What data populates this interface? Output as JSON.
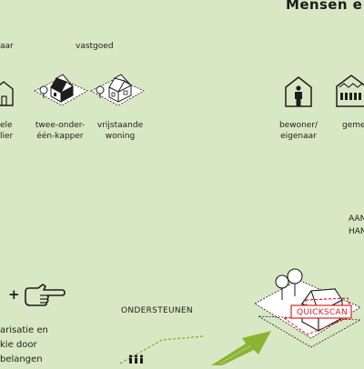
{
  "title": "Mensen e",
  "categories": {
    "left": "aar",
    "vastgoed": "vastgoed"
  },
  "housing": {
    "left_label": "ele\nlier",
    "twee_onder_een_kapper": "twee-onder-\néén-kapper",
    "vrijstaande_woning": "vrijstaande\nwoning"
  },
  "people": {
    "bewoner_eigenaar": "bewoner/\neigenaar",
    "gemeenschap": "geme"
  },
  "right_text": "AAN\nHAN",
  "ondersteunen": "ONDERSTEUNEN",
  "bottom_left": "arisatie en\nkie door\nbelangen",
  "quickscan": "QUICKSCAN",
  "colors": {
    "background": "#d9e8c4",
    "ink": "#1d1d1b",
    "accent_green": "#8ab534",
    "quickscan_red": "#e31e24"
  },
  "icons": [
    "house-outline-icon",
    "semi-detached-house-icon",
    "detached-house-icon",
    "resident-owner-icon",
    "community-icon",
    "plus-icon",
    "pointing-hand-icon",
    "arrow-icon",
    "quickscan-plot-icon"
  ]
}
